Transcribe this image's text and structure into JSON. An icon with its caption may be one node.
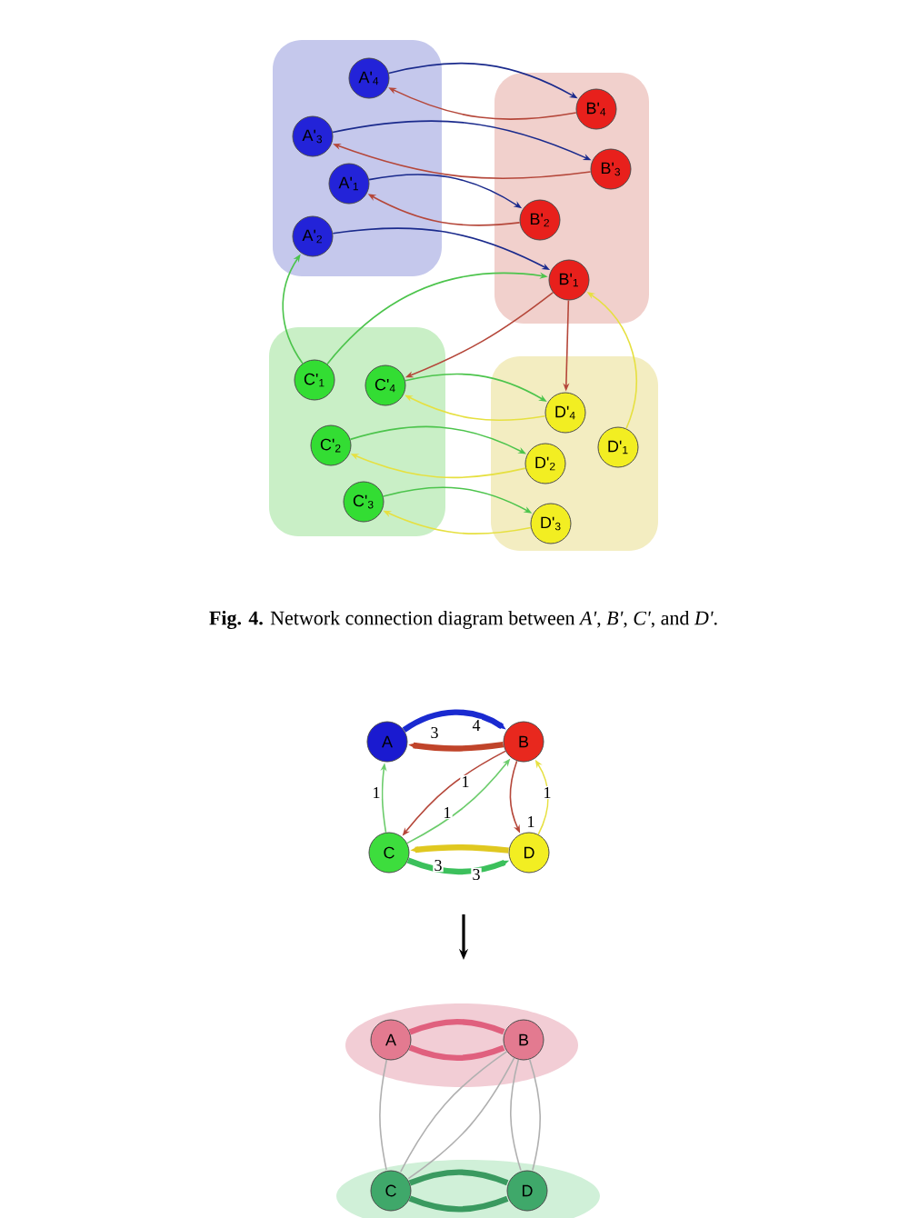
{
  "diagram": {
    "caption": "**Fig. 4.** Network connection diagram between *A'*, *B'*, *C'*, and *D'*.",
    "nodes": [
      {
        "text": [],
        "shape": "box"
      },
      {
        "text": [
          "A'$_{4}$"
        ],
        "in": 0
      },
      {
        "text": [
          "A'$_{3}$"
        ],
        "in": 0
      },
      {
        "text": [
          "A'$_{1}$"
        ],
        "in": 0
      },
      {
        "text": [
          "A'$_{2}$"
        ],
        "in": 0
      },
      {
        "text": [],
        "shape": "box"
      },
      {
        "text": [
          "B'$_{4}$"
        ],
        "in": 5
      },
      {
        "text": [
          "B'$_{3}$"
        ],
        "in": 5
      },
      {
        "text": [
          "B'$_{2}$"
        ],
        "in": 5
      },
      {
        "text": [
          "B'$_{1}$"
        ],
        "in": 5
      },
      {
        "text": [],
        "shape": "box"
      },
      {
        "text": [
          "C'$_{1}$"
        ],
        "in": 10
      },
      {
        "text": [
          "C'$_{4}$"
        ],
        "in": 10
      },
      {
        "text": [
          "C'$_{2}$"
        ],
        "in": 10
      },
      {
        "text": [
          "C'$_{3}$"
        ],
        "in": 10
      },
      {
        "text": [],
        "shape": "box"
      },
      {
        "text": [
          "D'$_{4}$"
        ],
        "in": 15
      },
      {
        "text": [
          "D'$_{2}$"
        ],
        "in": 15
      },
      {
        "text": [
          "D'$_{1}$"
        ],
        "in": 15
      },
      {
        "text": [
          "D'$_{3}$"
        ],
        "in": 15
      },
      {
        "text": [
          "A"
        ]
      },
      {
        "text": [
          "B"
        ]
      },
      {
        "text": [
          "C"
        ]
      },
      {
        "text": [
          "D"
        ]
      },
      {
        "text": [],
        "shape": "ellipse"
      },
      {
        "text": [
          "A"
        ],
        "in": 24
      },
      {
        "text": [
          "B"
        ],
        "in": 24
      },
      {
        "text": [],
        "shape": "ellipse"
      },
      {
        "text": [
          "C"
        ],
        "in": 27
      },
      {
        "text": [
          "D"
        ],
        "in": 27
      }
    ],
    "edges": [
      {
        "from": 1,
        "to": 6,
        "arrow": "to",
        "color": "#1a2a8c"
      },
      {
        "from": 6,
        "to": 1,
        "arrow": "to",
        "color": "#b5473a"
      },
      {
        "from": 2,
        "to": 7,
        "arrow": "to",
        "color": "#1a2a8c"
      },
      {
        "from": 7,
        "to": 2,
        "arrow": "to",
        "color": "#b5473a"
      },
      {
        "from": 3,
        "to": 8,
        "arrow": "to",
        "color": "#1a2a8c"
      },
      {
        "from": 8,
        "to": 3,
        "arrow": "to",
        "color": "#b5473a"
      },
      {
        "from": 4,
        "to": 9,
        "arrow": "to",
        "color": "#1a2a8c"
      },
      {
        "from": 11,
        "to": 4,
        "arrow": "to",
        "color": "#4cc44c"
      },
      {
        "from": 11,
        "to": 9,
        "arrow": "to",
        "color": "#4cc44c"
      },
      {
        "from": 9,
        "to": 12,
        "arrow": "to",
        "color": "#b5473a"
      },
      {
        "from": 9,
        "to": 16,
        "arrow": "to",
        "color": "#b5473a"
      },
      {
        "from": 18,
        "to": 9,
        "arrow": "to",
        "color": "#e6e040"
      },
      {
        "from": 12,
        "to": 16,
        "arrow": "to",
        "color": "#4cc44c"
      },
      {
        "from": 16,
        "to": 12,
        "arrow": "to",
        "color": "#e6e040"
      },
      {
        "from": 13,
        "to": 17,
        "arrow": "to",
        "color": "#4cc44c"
      },
      {
        "from": 17,
        "to": 13,
        "arrow": "to",
        "color": "#e6e040"
      },
      {
        "from": 14,
        "to": 19,
        "arrow": "to",
        "color": "#4cc44c"
      },
      {
        "from": 19,
        "to": 14,
        "arrow": "to",
        "color": "#e6e040"
      },
      {
        "from": 20,
        "to": 21,
        "arrow": "to",
        "label": "4",
        "style": "thick",
        "color": "#1a2ad0"
      },
      {
        "from": 21,
        "to": 20,
        "arrow": "to",
        "label": "3",
        "style": "thick",
        "color": "#c0442a"
      },
      {
        "from": 22,
        "to": 20,
        "arrow": "to",
        "label": "1",
        "color": "#6ccc6c"
      },
      {
        "from": 21,
        "to": 22,
        "arrow": "to",
        "label": "1",
        "color": "#b5473a"
      },
      {
        "from": 22,
        "to": 21,
        "arrow": "to",
        "label": "1",
        "color": "#6ccc6c"
      },
      {
        "from": 21,
        "to": 23,
        "arrow": "to",
        "label": "1",
        "color": "#b5473a"
      },
      {
        "from": 23,
        "to": 21,
        "arrow": "to",
        "label": "1",
        "color": "#e6e040"
      },
      {
        "from": 23,
        "to": 22,
        "arrow": "to",
        "label": "3",
        "style": "thick",
        "color": "#e0c820"
      },
      {
        "from": 22,
        "to": 23,
        "arrow": "to",
        "label": "3",
        "style": "thick",
        "color": "#3cc05c"
      },
      {
        "from": 25,
        "to": 26,
        "arrow": "none",
        "style": "thick",
        "color": "#e0607e"
      },
      {
        "from": 25,
        "to": 26,
        "arrow": "none",
        "style": "thick",
        "color": "#e0607e"
      },
      {
        "from": 25,
        "to": 28,
        "arrow": "none",
        "color": "#b0b0b0"
      },
      {
        "from": 26,
        "to": 28,
        "arrow": "none",
        "color": "#b0b0b0"
      },
      {
        "from": 26,
        "to": 28,
        "arrow": "none",
        "color": "#b0b0b0"
      },
      {
        "from": 26,
        "to": 29,
        "arrow": "none",
        "color": "#b0b0b0"
      },
      {
        "from": 26,
        "to": 29,
        "arrow": "none",
        "color": "#b0b0b0"
      },
      {
        "from": 28,
        "to": 29,
        "arrow": "none",
        "style": "thick",
        "color": "#3a9a60"
      },
      {
        "from": 28,
        "to": 29,
        "arrow": "none",
        "style": "thick",
        "color": "#3a9a60"
      }
    ]
  }
}
